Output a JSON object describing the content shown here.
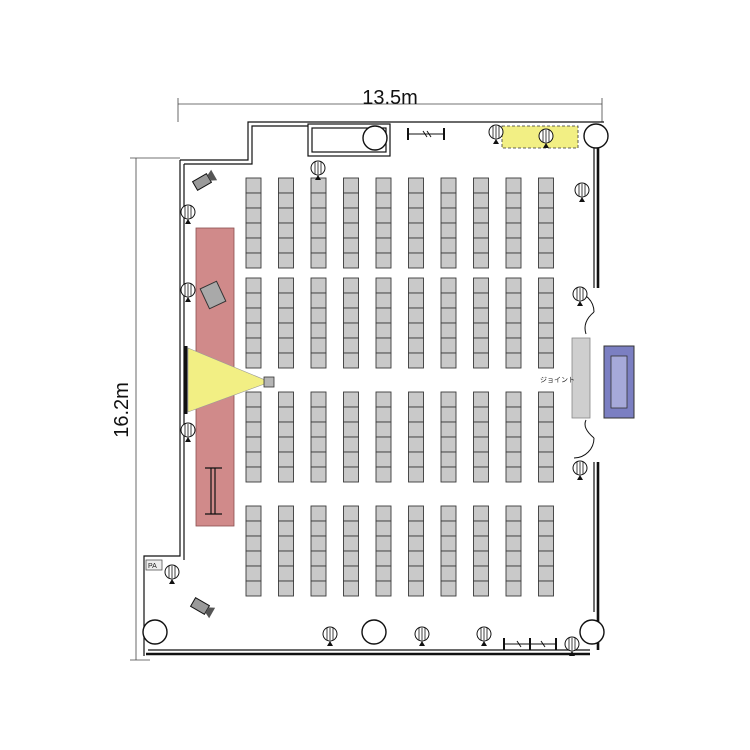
{
  "dimensions": {
    "width_label": "13.5m",
    "height_label": "16.2m"
  },
  "labels": {
    "pa": "PA",
    "joint": "ジョイント"
  },
  "seating": {
    "columns": 10,
    "blocks": [
      {
        "name": "block-1",
        "rows": 6
      },
      {
        "name": "block-2",
        "rows": 6
      },
      {
        "name": "block-3",
        "rows": 6
      },
      {
        "name": "block-4",
        "rows": 6
      }
    ]
  },
  "colors": {
    "stage": "#d08a8a",
    "projection": "#f2ef84",
    "table_highlight": "#f2ef84",
    "joint_panel": "#cfcfcf",
    "door_panel": "#7b7fc2",
    "seat": "#c9c9c9"
  }
}
